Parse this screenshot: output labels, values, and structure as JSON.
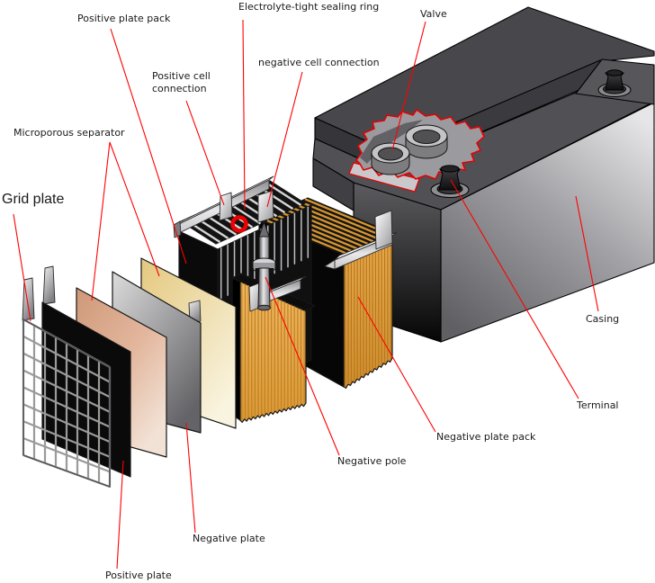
{
  "labels": {
    "positive_plate_pack": "Positive plate pack",
    "electrolyte_sealing_ring": "Electrolyte-tight sealing ring",
    "valve": "Valve",
    "positive_cell_connection": "Positive cell connection",
    "negative_cell_connection": "negative cell connection",
    "microporous_separator": "Microporous separator",
    "grid_plate": "Grid plate",
    "casing": "Casing",
    "terminal": "Terminal",
    "negative_plate_pack": "Negative plate pack",
    "negative_pole": "Negative pole",
    "negative_plate": "Negative plate",
    "positive_plate": "Positive plate"
  },
  "colors": {
    "background": "#ffffff",
    "label_text": "#1a1a1a",
    "leader_line": "#ff0000",
    "highlight_ring": "#ee0000",
    "cutaway_outline": "#e60000",
    "plate_orange": "#e0a144",
    "plate_orange_stripe": "#b5791f",
    "plate_orange_light": "#ecb260",
    "plate_orange_light_stripe": "#c2811c",
    "comb_orange_stripe": "#d7962f",
    "comb_silver_stripe": "#d6d6d8",
    "pack_side_silver_stripe": "#bfbfc2",
    "grid_line": "#9a9a9a",
    "casing_top": "#4a4a4e",
    "casing_right_light": "#e6e6e8",
    "casing_dark": "#060606",
    "separator_pink": "#dba88c",
    "separator_yellow": "#ecd49a",
    "plate_gray": "#a9a9ac",
    "plate_black": "#0a0a0a",
    "metal_light": "#f0f0f2"
  }
}
